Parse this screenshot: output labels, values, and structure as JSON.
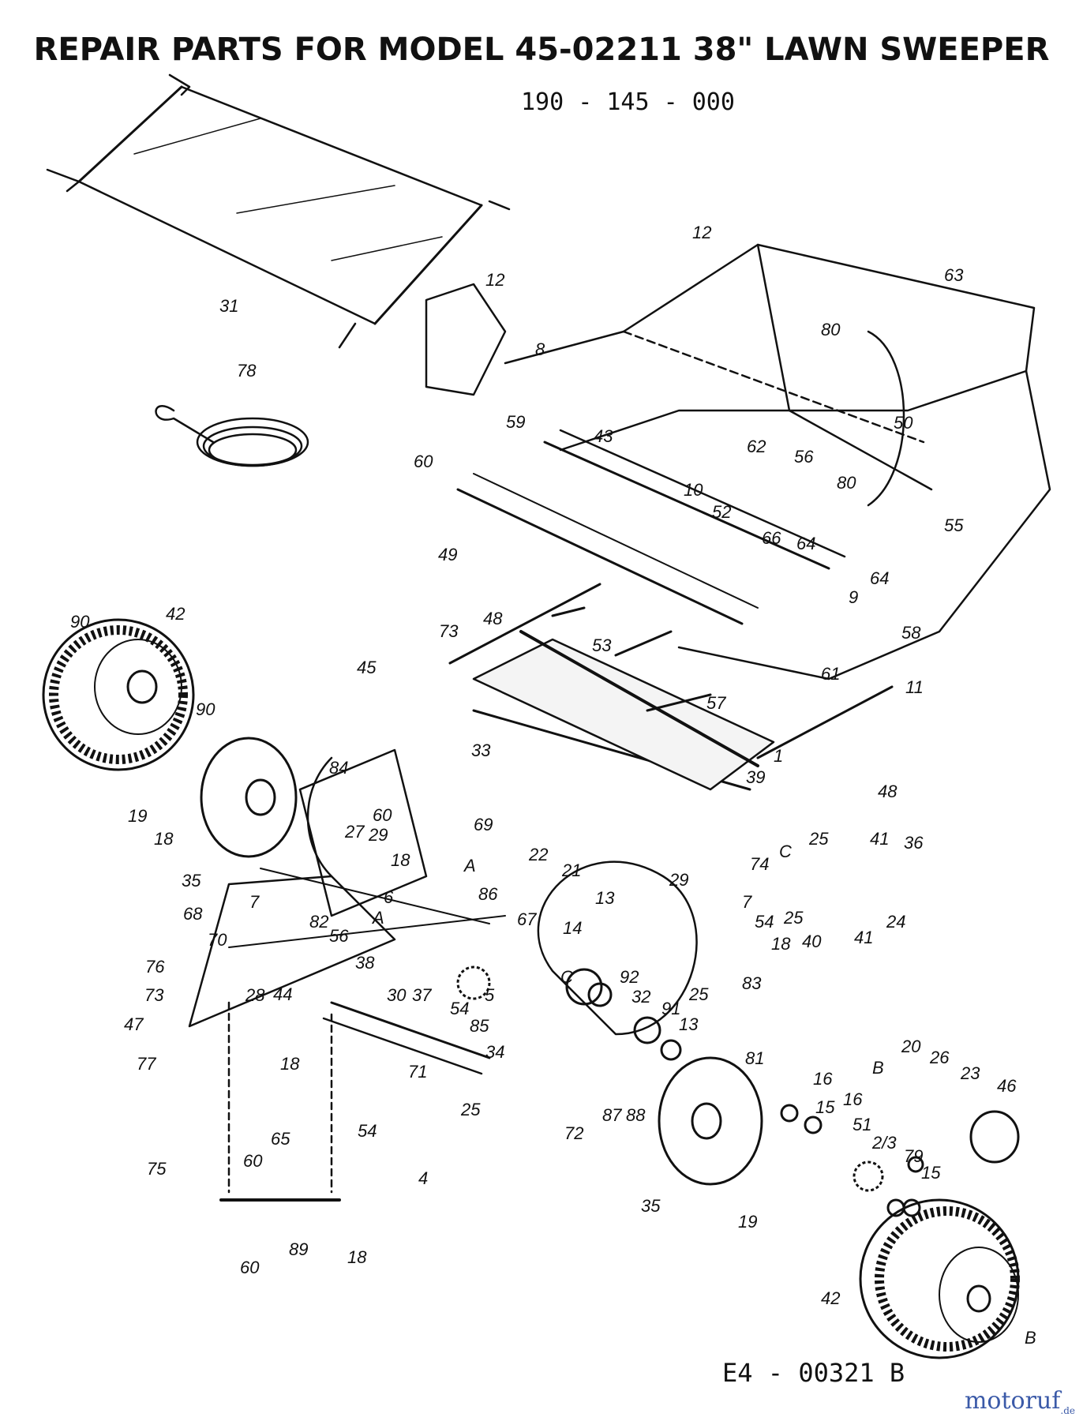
{
  "title": "REPAIR PARTS FOR MODEL 45-02211  38\" LAWN SWEEPER",
  "sub_number": "190 - 145 - 000",
  "doc_ref": "E4 - 00321 B",
  "watermark": "motoruf",
  "watermark_suffix": ".de",
  "callouts": [
    {
      "id": "c31",
      "label": "31"
    },
    {
      "id": "c78",
      "label": "78"
    },
    {
      "id": "c12a",
      "label": "12"
    },
    {
      "id": "c12b",
      "label": "12"
    },
    {
      "id": "c63",
      "label": "63"
    },
    {
      "id": "c80a",
      "label": "80"
    },
    {
      "id": "c8",
      "label": "8"
    },
    {
      "id": "c60a",
      "label": "60"
    },
    {
      "id": "c59",
      "label": "59"
    },
    {
      "id": "c43",
      "label": "43"
    },
    {
      "id": "c50",
      "label": "50"
    },
    {
      "id": "c62",
      "label": "62"
    },
    {
      "id": "c56a",
      "label": "56"
    },
    {
      "id": "c80b",
      "label": "80"
    },
    {
      "id": "c10",
      "label": "10"
    },
    {
      "id": "c52",
      "label": "52"
    },
    {
      "id": "c66",
      "label": "66"
    },
    {
      "id": "c64a",
      "label": "64"
    },
    {
      "id": "c55",
      "label": "55"
    },
    {
      "id": "c49",
      "label": "49"
    },
    {
      "id": "c9",
      "label": "9"
    },
    {
      "id": "c64b",
      "label": "64"
    },
    {
      "id": "c58",
      "label": "58"
    },
    {
      "id": "c90a",
      "label": "90"
    },
    {
      "id": "c42a",
      "label": "42"
    },
    {
      "id": "c73a",
      "label": "73"
    },
    {
      "id": "c48a",
      "label": "48"
    },
    {
      "id": "c53",
      "label": "53"
    },
    {
      "id": "c61",
      "label": "61"
    },
    {
      "id": "c45",
      "label": "45"
    },
    {
      "id": "c57",
      "label": "57"
    },
    {
      "id": "c11",
      "label": "11"
    },
    {
      "id": "c90b",
      "label": "90"
    },
    {
      "id": "c1",
      "label": "1"
    },
    {
      "id": "c84",
      "label": "84"
    },
    {
      "id": "c33",
      "label": "33"
    },
    {
      "id": "c19a",
      "label": "19"
    },
    {
      "id": "c18a",
      "label": "18"
    },
    {
      "id": "c60b",
      "label": "60"
    },
    {
      "id": "c39",
      "label": "39"
    },
    {
      "id": "c48b",
      "label": "48"
    },
    {
      "id": "c27",
      "label": "27"
    },
    {
      "id": "c69",
      "label": "69"
    },
    {
      "id": "c29a",
      "label": "29"
    },
    {
      "id": "c35a",
      "label": "35"
    },
    {
      "id": "c25a",
      "label": "25"
    },
    {
      "id": "c41a",
      "label": "41"
    },
    {
      "id": "c36",
      "label": "36"
    },
    {
      "id": "c18b",
      "label": "18"
    },
    {
      "id": "cA1",
      "label": "A"
    },
    {
      "id": "c22",
      "label": "22"
    },
    {
      "id": "cC1",
      "label": "C"
    },
    {
      "id": "c74",
      "label": "74"
    },
    {
      "id": "c21",
      "label": "21"
    },
    {
      "id": "c13a",
      "label": "13"
    },
    {
      "id": "c86",
      "label": "86"
    },
    {
      "id": "c29b",
      "label": "29"
    },
    {
      "id": "c24",
      "label": "24"
    },
    {
      "id": "c25b",
      "label": "25"
    },
    {
      "id": "c7a",
      "label": "7"
    },
    {
      "id": "c7b",
      "label": "7"
    },
    {
      "id": "c68",
      "label": "68"
    },
    {
      "id": "c82",
      "label": "82"
    },
    {
      "id": "c6",
      "label": "6"
    },
    {
      "id": "cA2",
      "label": "A"
    },
    {
      "id": "c40",
      "label": "40"
    },
    {
      "id": "c41b",
      "label": "41"
    },
    {
      "id": "c67",
      "label": "67"
    },
    {
      "id": "c54a",
      "label": "54"
    },
    {
      "id": "c18c",
      "label": "18"
    },
    {
      "id": "c70",
      "label": "70"
    },
    {
      "id": "c56b",
      "label": "56"
    },
    {
      "id": "c14",
      "label": "14"
    },
    {
      "id": "c76",
      "label": "76"
    },
    {
      "id": "c38",
      "label": "38"
    },
    {
      "id": "cC2",
      "label": "C"
    },
    {
      "id": "c92",
      "label": "92"
    },
    {
      "id": "c83",
      "label": "83"
    },
    {
      "id": "c28",
      "label": "28"
    },
    {
      "id": "c30",
      "label": "30"
    },
    {
      "id": "c37",
      "label": "37"
    },
    {
      "id": "c5",
      "label": "5"
    },
    {
      "id": "c25c",
      "label": "25"
    },
    {
      "id": "c73b",
      "label": "73"
    },
    {
      "id": "c44",
      "label": "44"
    },
    {
      "id": "c54b",
      "label": "54"
    },
    {
      "id": "c32",
      "label": "32"
    },
    {
      "id": "c91",
      "label": "91"
    },
    {
      "id": "c47",
      "label": "47"
    },
    {
      "id": "c85",
      "label": "85"
    },
    {
      "id": "c13b",
      "label": "13"
    },
    {
      "id": "c34",
      "label": "34"
    },
    {
      "id": "c77",
      "label": "77"
    },
    {
      "id": "c18d",
      "label": "18"
    },
    {
      "id": "c71",
      "label": "71"
    },
    {
      "id": "c20",
      "label": "20"
    },
    {
      "id": "cB1",
      "label": "B"
    },
    {
      "id": "c26",
      "label": "26"
    },
    {
      "id": "c81",
      "label": "81"
    },
    {
      "id": "c23",
      "label": "23"
    },
    {
      "id": "c46",
      "label": "46"
    },
    {
      "id": "c16a",
      "label": "16"
    },
    {
      "id": "c87",
      "label": "87"
    },
    {
      "id": "c88",
      "label": "88"
    },
    {
      "id": "c15a",
      "label": "15"
    },
    {
      "id": "c16b",
      "label": "16"
    },
    {
      "id": "c72",
      "label": "72"
    },
    {
      "id": "c25d",
      "label": "25"
    },
    {
      "id": "c65",
      "label": "65"
    },
    {
      "id": "c54c",
      "label": "54"
    },
    {
      "id": "c51",
      "label": "51"
    },
    {
      "id": "c2_3",
      "label": "2/3"
    },
    {
      "id": "c79",
      "label": "79"
    },
    {
      "id": "c75",
      "label": "75"
    },
    {
      "id": "c60c",
      "label": "60"
    },
    {
      "id": "c15b",
      "label": "15"
    },
    {
      "id": "c4",
      "label": "4"
    },
    {
      "id": "c35b",
      "label": "35"
    },
    {
      "id": "c19b",
      "label": "19"
    },
    {
      "id": "c89",
      "label": "89"
    },
    {
      "id": "c60d",
      "label": "60"
    },
    {
      "id": "c18e",
      "label": "18"
    },
    {
      "id": "c42b",
      "label": "42"
    },
    {
      "id": "cB2",
      "label": "B"
    }
  ]
}
